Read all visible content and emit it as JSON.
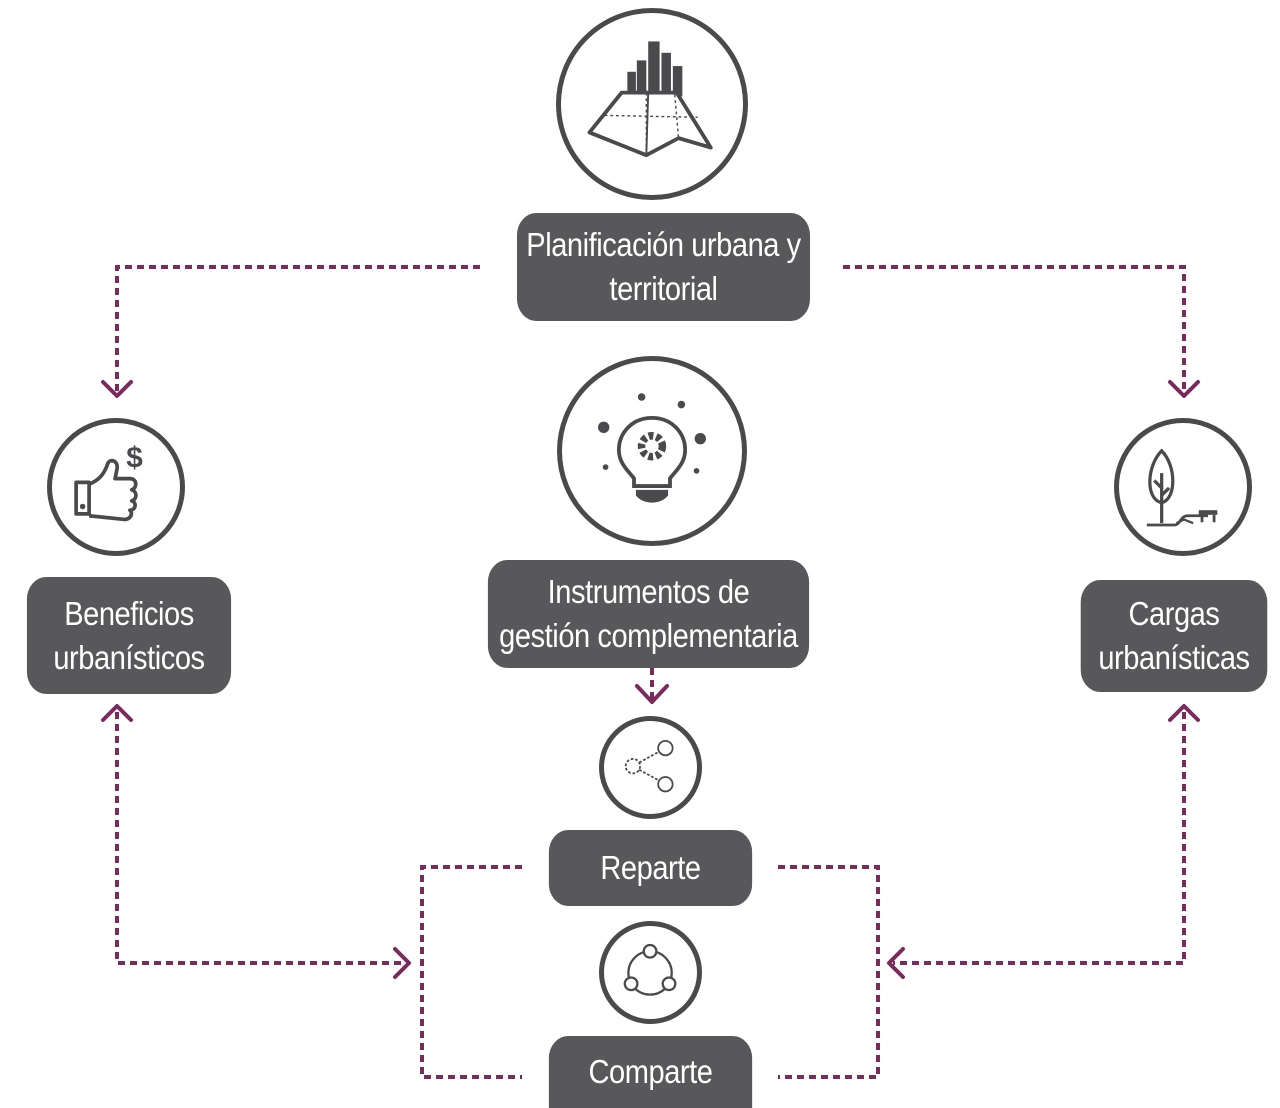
{
  "nodes": {
    "planning": {
      "label": "Planificación urbana y\nterritorial",
      "icon": "city-map-icon"
    },
    "instruments": {
      "label": "Instrumentos de\ngestión complementaria",
      "icon": "lightbulb-gear-icon"
    },
    "benefits": {
      "label": "Beneficios\nurbanísticos",
      "icon": "thumbs-up-dollar-icon"
    },
    "charges": {
      "label": "Cargas\nurbanísticas",
      "icon": "tree-bench-icon"
    },
    "distributes": {
      "label": "Reparte",
      "icon": "share-icon"
    },
    "shares": {
      "label": "Comparte",
      "icon": "circular-network-icon"
    }
  },
  "colors": {
    "box": "#58585a",
    "connector": "#7b2a5e",
    "icon_stroke": "#4a4a4c"
  }
}
